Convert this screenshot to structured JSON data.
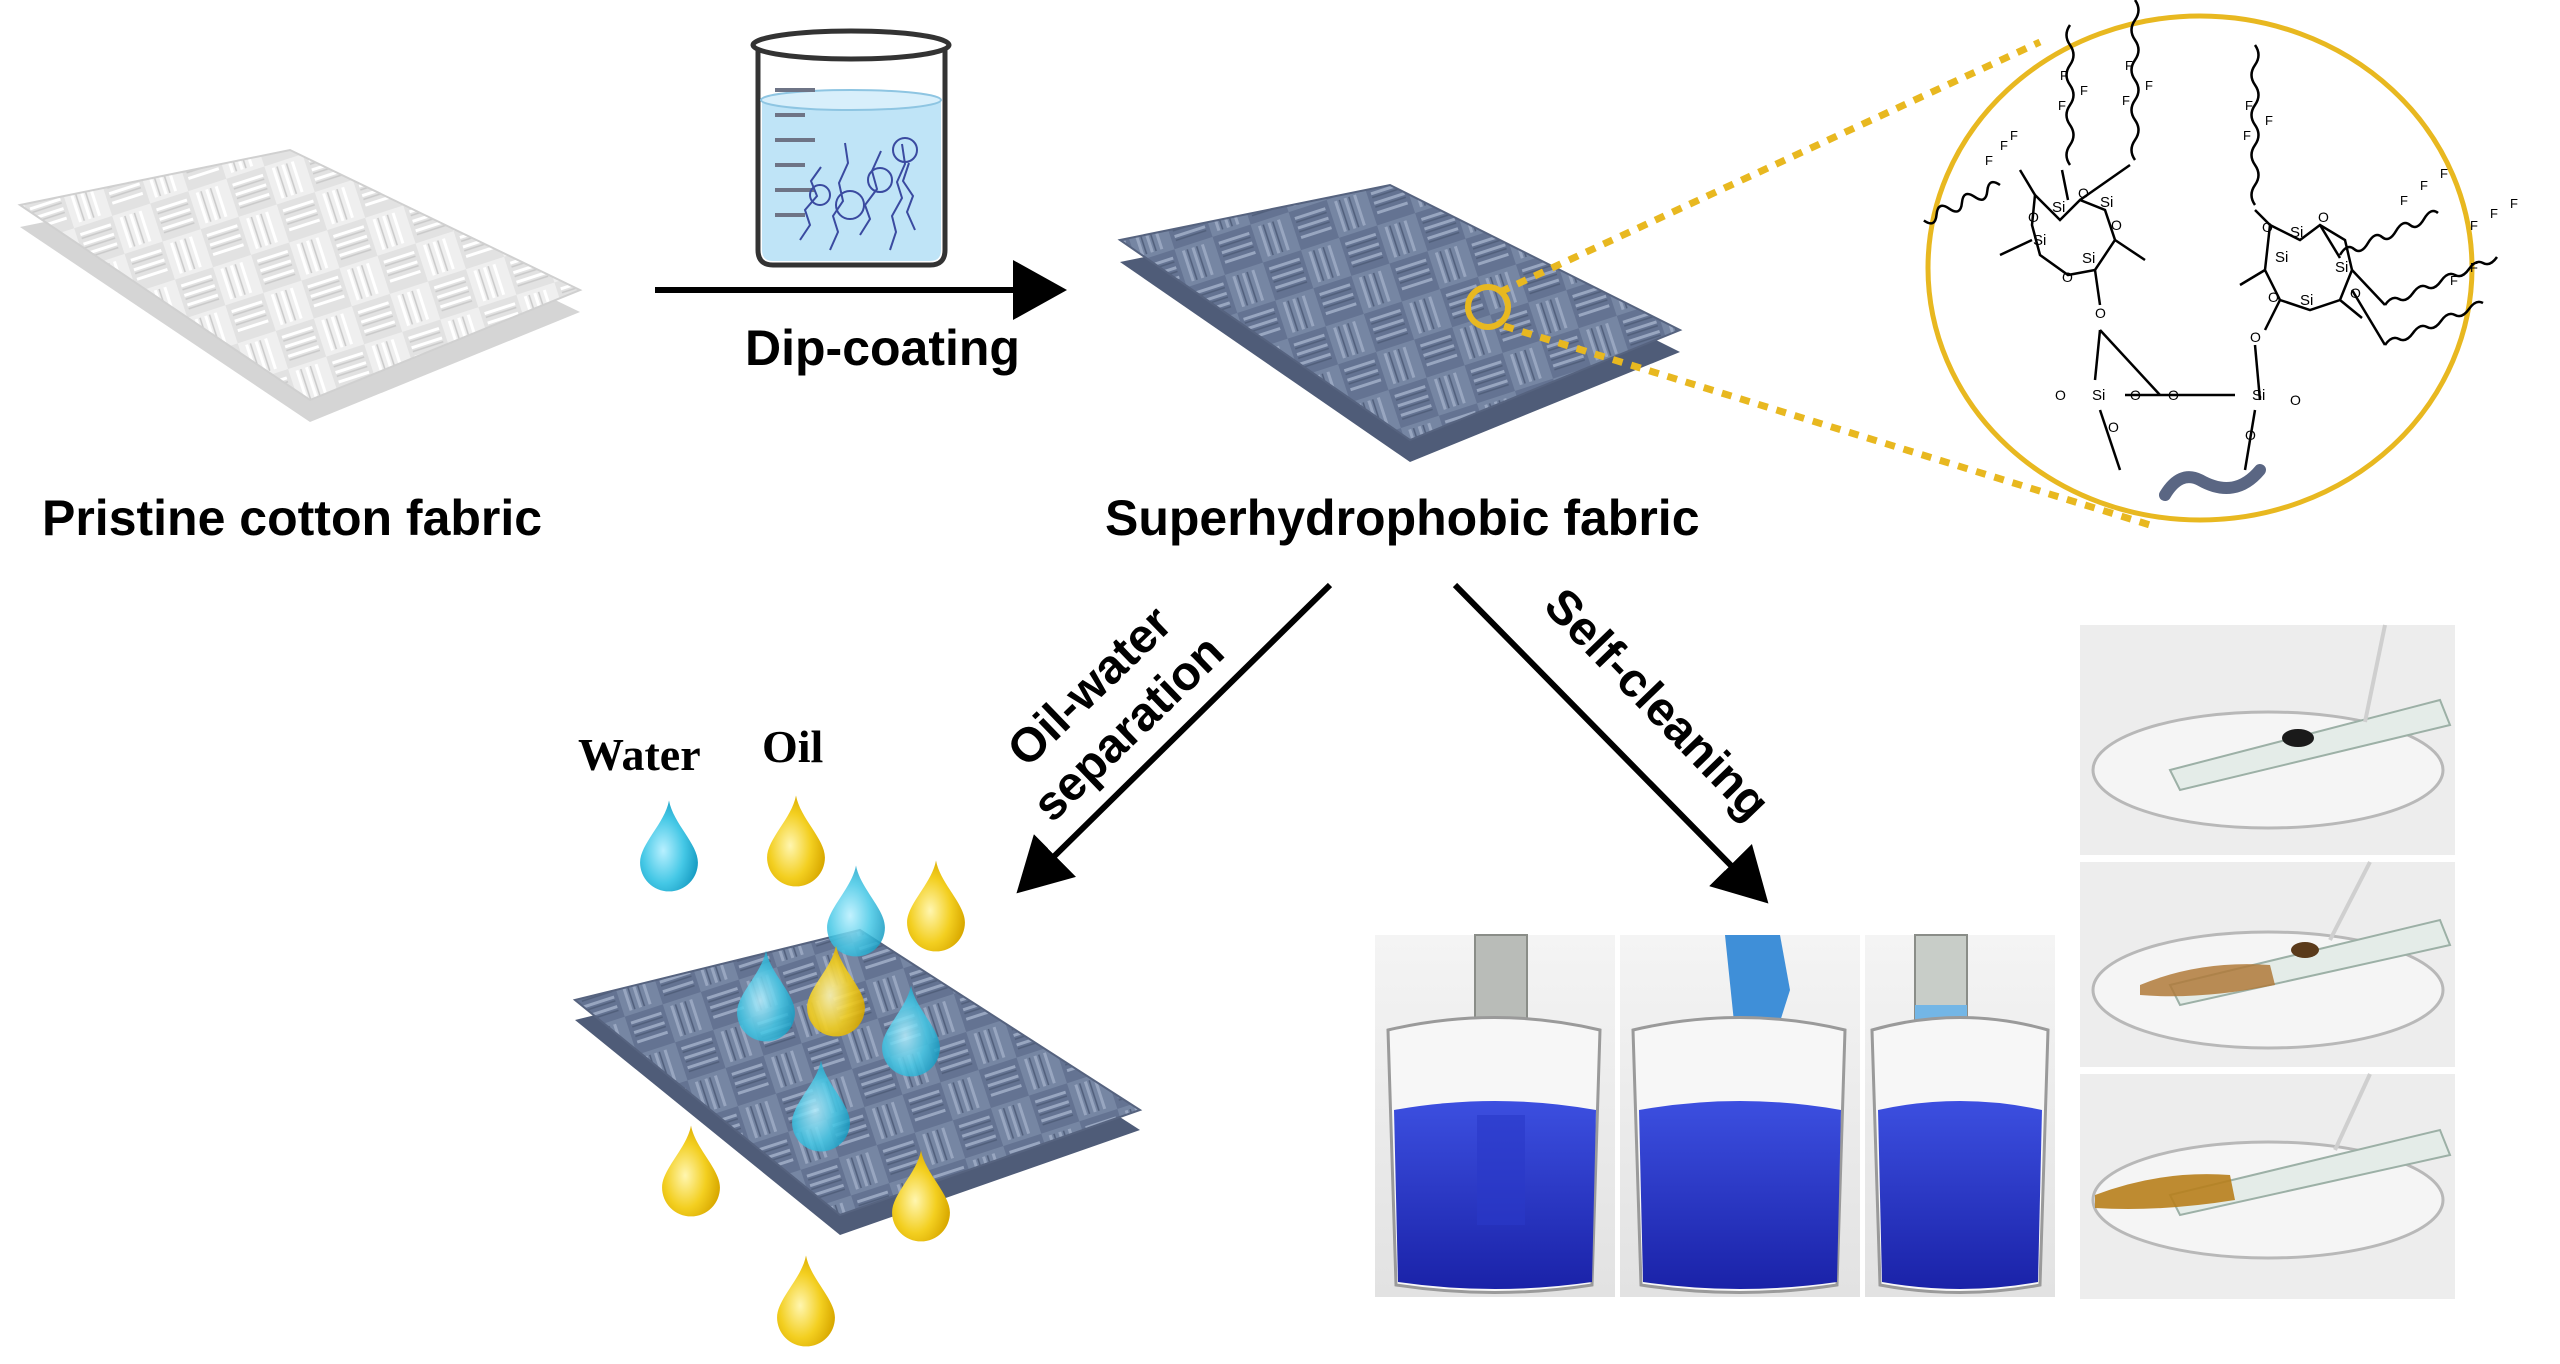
{
  "labels": {
    "pristine": "Pristine cotton fabric",
    "dip": "Dip-coating",
    "superhydrophobic": "Superhydrophobic fabric",
    "oil_water_1": "Oil-water",
    "oil_water_2": "separation",
    "self_cleaning": "Self-cleaning",
    "water": "Water",
    "oil": "Oil"
  },
  "chem": {
    "si": "Si",
    "o": "O",
    "f": "F"
  },
  "colors": {
    "fabric_white": "#e9e9e9",
    "fabric_blue": "#6f7f9c",
    "magnifier": "#e8b820",
    "water_drop": "#45c8e6",
    "oil_drop": "#f3cf20",
    "dye_blue": "#1f2fc0",
    "arrow": "#000000"
  }
}
